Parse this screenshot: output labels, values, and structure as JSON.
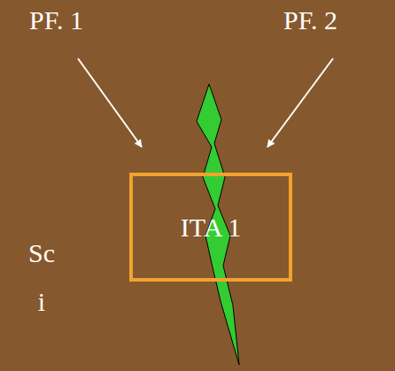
{
  "diagram": {
    "nodes": [
      {
        "text": [
          "ITA 1"
        ]
      }
    ],
    "labels": [
      "PF. 1",
      "PF. 2",
      "Sci"
    ]
  }
}
